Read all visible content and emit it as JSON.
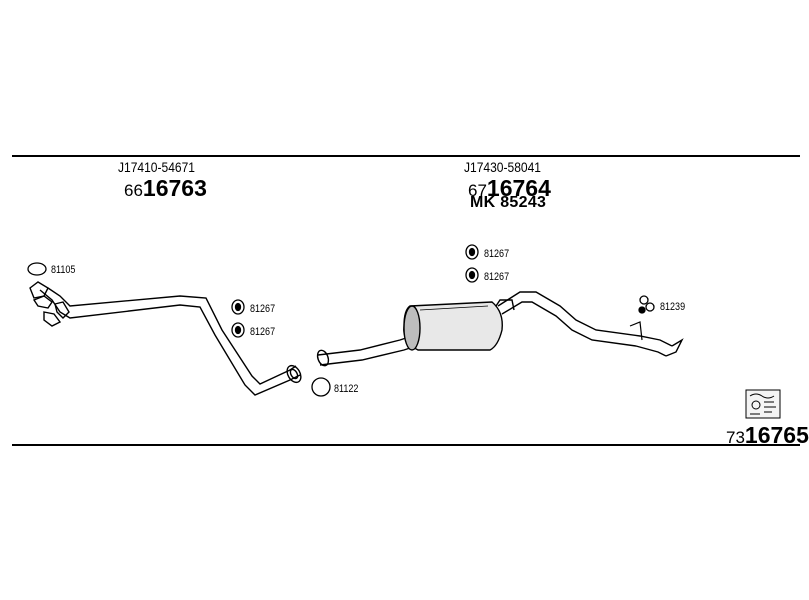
{
  "part_top_left": {
    "ref": "J17410-54671",
    "prefix": "66",
    "number": "16763"
  },
  "part_top_right": {
    "ref": "J17430-58041",
    "prefix": "67",
    "number": "16764",
    "extra": "MK  85243"
  },
  "part_bottom_right": {
    "prefix": "73",
    "number": "16765"
  },
  "callouts": {
    "ring_left": "81105",
    "rubber_left_1": "81267",
    "rubber_left_2": "81267",
    "ring_mid": "81122",
    "rubber_right_1": "81267",
    "rubber_right_2": "81267",
    "clamp_right": "81239"
  },
  "icons": {
    "book": "catalog-book-icon"
  }
}
